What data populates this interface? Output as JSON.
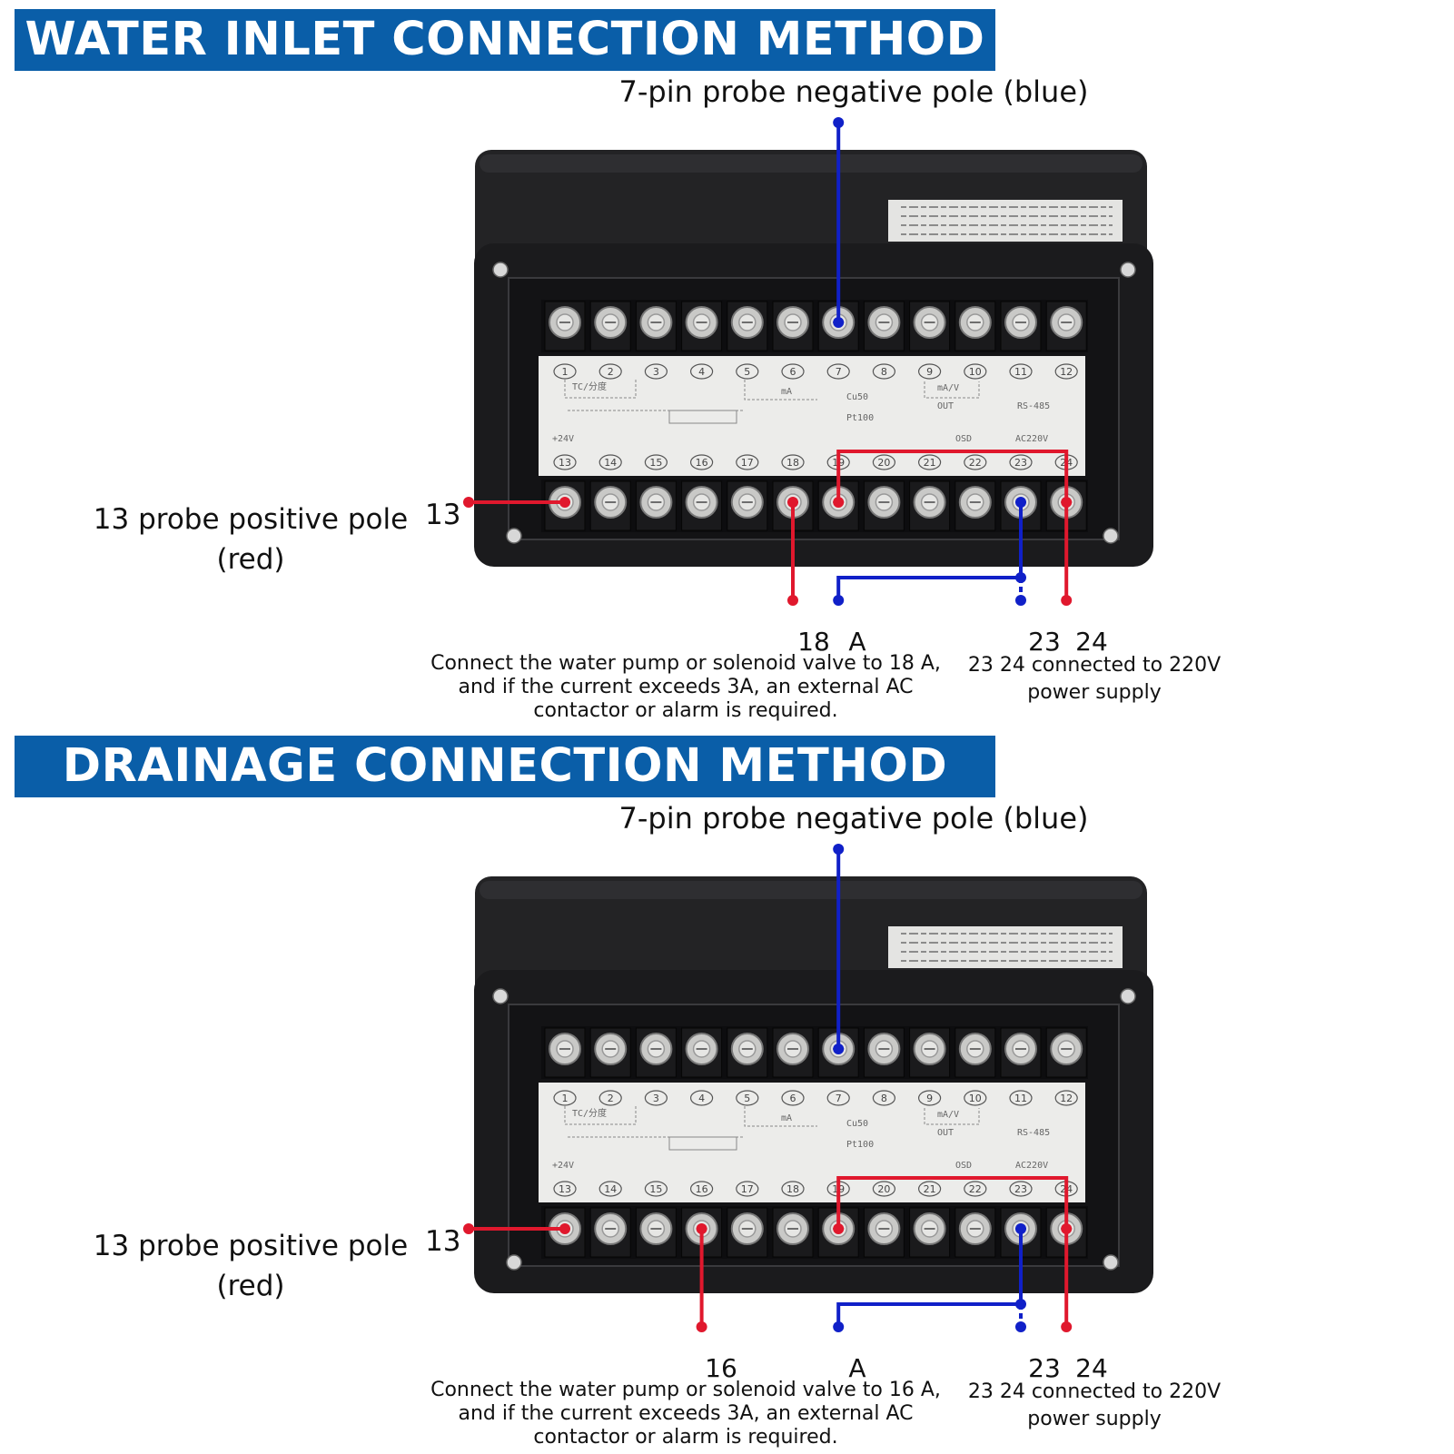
{
  "sections": [
    {
      "title": "WATER INLET CONNECTION METHOD",
      "negative_probe_label": "7-pin probe negative pole (blue)",
      "positive_probe_label": "13 probe positive pole (red)",
      "positive_probe_terminal": "13",
      "output_terminal": "18",
      "common_label": "A",
      "power_terminal_1": "23",
      "power_terminal_2": "24",
      "output_note": "Connect the water pump or solenoid valve to 18 A, and if the current exceeds 3A, an external AC contactor or alarm is required.",
      "power_note": "23 24 connected to 220V power supply"
    },
    {
      "title": "DRAINAGE CONNECTION METHOD",
      "negative_probe_label": "7-pin probe negative pole (blue)",
      "positive_probe_label": "13 probe positive pole (red)",
      "positive_probe_terminal": "13",
      "output_terminal": "16",
      "common_label": "A",
      "power_terminal_1": "23",
      "power_terminal_2": "24",
      "output_note": "Connect the water pump or solenoid valve to 16 A, and if the current exceeds 3A, an external AC contactor or alarm is required.",
      "power_note": "23 24 connected to 220V power supply"
    }
  ],
  "device_panel": {
    "top_row_numbers": [
      "1",
      "2",
      "3",
      "4",
      "5",
      "6",
      "7",
      "8",
      "9",
      "10",
      "11",
      "12"
    ],
    "bottom_row_numbers": [
      "13",
      "14",
      "15",
      "16",
      "17",
      "18",
      "19",
      "20",
      "21",
      "22",
      "23",
      "24"
    ],
    "panel_markings": {
      "tc": "TC/分度",
      "mA": "mA",
      "cu50": "Cu50",
      "pt100": "Pt100",
      "out": "OUT",
      "ma_v": "mA/V",
      "rs485": "RS-485",
      "plus24v": "+24V",
      "ac220v": "AC220V",
      "osd": "OSD"
    }
  },
  "colors": {
    "banner": "#0a5ea8",
    "positive_wire": "#e0182d",
    "negative_wire": "#1020c8",
    "device_body": "#1b1b1d",
    "panel_label": "#ececea"
  }
}
